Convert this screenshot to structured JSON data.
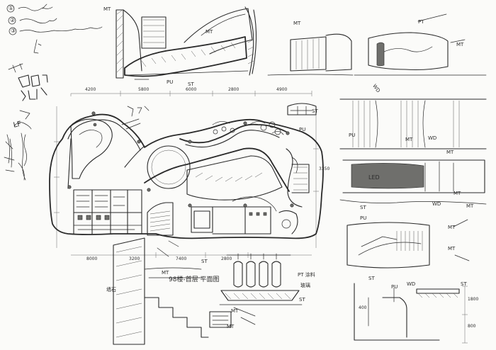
{
  "notes": [
    "①",
    "②",
    "③"
  ],
  "plan_title": "98楼-首层 平面图",
  "material_codes": {
    "mt": "MT",
    "st": "ST",
    "pu": "PU",
    "wd": "WD",
    "pt": "PT",
    "led": "LED",
    "glass": "玻璃",
    "wall_stone": "墙石",
    "lf": "LF",
    "pt_label": "PT 涂料"
  },
  "dimensions": [
    "4200",
    "5800",
    "6000",
    "2800",
    "4900",
    "8000",
    "3200",
    "7400",
    "2800",
    "3350",
    "1800",
    "800",
    "400"
  ],
  "colors": {
    "ink": "#2a2a2a",
    "paper": "#fbfbf9",
    "tone": "#d9d9d6"
  }
}
